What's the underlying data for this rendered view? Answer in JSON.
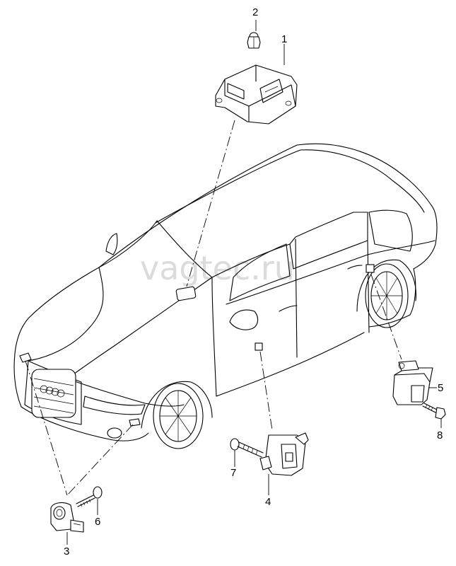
{
  "watermark": "vagtec.ru",
  "callouts": [
    {
      "id": "1",
      "label": "1"
    },
    {
      "id": "2",
      "label": "2"
    },
    {
      "id": "3",
      "label": "3"
    },
    {
      "id": "4",
      "label": "4"
    },
    {
      "id": "5",
      "label": "5"
    },
    {
      "id": "6",
      "label": "6"
    },
    {
      "id": "7",
      "label": "7"
    },
    {
      "id": "8",
      "label": "8"
    }
  ]
}
